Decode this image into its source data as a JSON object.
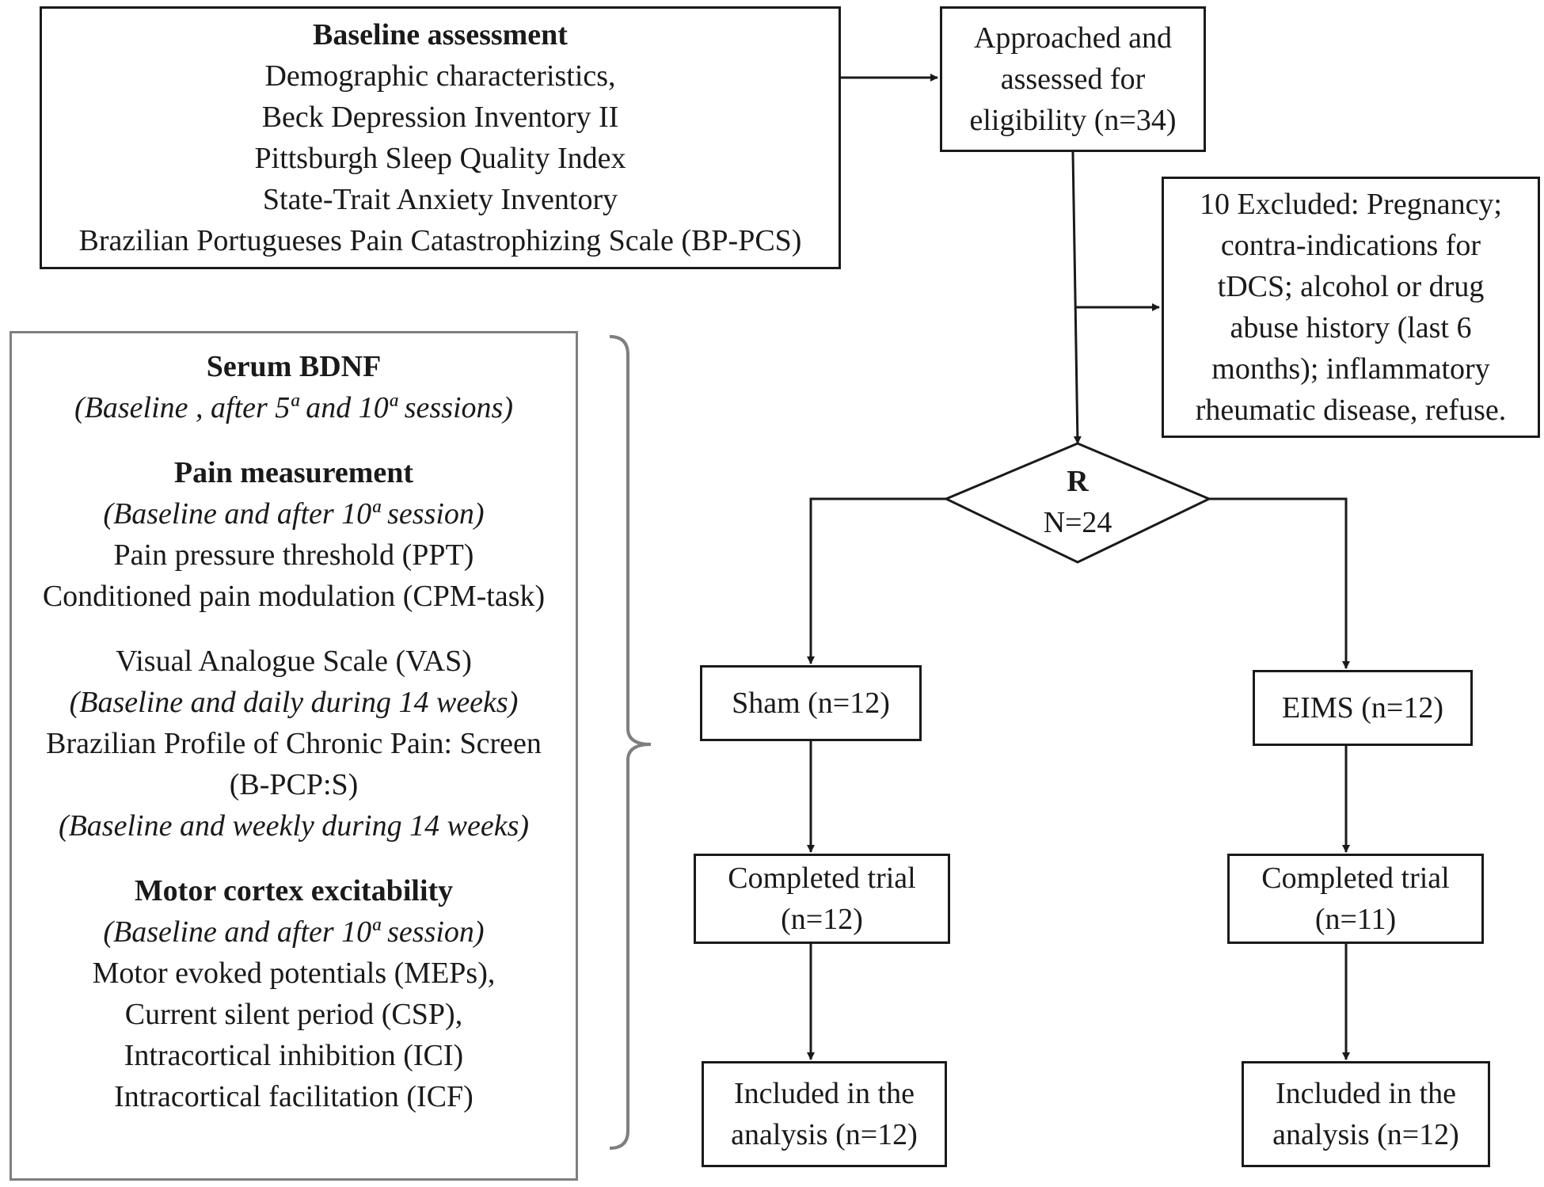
{
  "baseline": {
    "title": "Baseline  assessment",
    "lines": [
      "Demographic characteristics,",
      "Beck Depression Inventory II",
      "Pittsburgh Sleep Quality  Index",
      "State-Trait  Anxiety  Inventory",
      "Brazilian  Portugueses Pain Catastrophizing  Scale (BP-PCS)"
    ]
  },
  "eligibility": {
    "lines": [
      "Approached and",
      "assessed for",
      "eligibility  (n=34)"
    ]
  },
  "excluded": {
    "lines": [
      "10  Excluded: Pregnancy;",
      "contra-indications for",
      "tDCS; alcohol or drug",
      "abuse history (last 6",
      "months); inflammatory",
      "rheumatic  disease, refuse."
    ]
  },
  "randomization": {
    "label": "R",
    "n": "N=24"
  },
  "sham": {
    "group": "Sham (n=12)",
    "completed": [
      "Completed trial",
      "(n=12)"
    ],
    "included": [
      "Included in the",
      "analysis (n=12)"
    ]
  },
  "eims": {
    "group": "EIMS (n=12)",
    "completed": [
      "Completed trial",
      "(n=11)"
    ],
    "included": [
      "Included in the",
      "analysis (n=12)"
    ]
  },
  "measures": {
    "bdnf": {
      "title": "Serum BDNF",
      "timing": "(Baseline , after 5ª and 10ª sessions)"
    },
    "pain": {
      "title": "Pain measurement",
      "timing": "(Baseline and after 10ª session)",
      "items": [
        "Pain pressure threshold (PPT)",
        "Conditioned pain modulation (CPM-task)"
      ],
      "vas": "Visual Analogue  Scale (VAS)",
      "vas_timing": "(Baseline and daily during 14 weeks)",
      "bpcp": [
        "Brazilian  Profile of Chronic Pain:  Screen",
        "(B-PCP:S)"
      ],
      "bpcp_timing": "(Baseline and weekly during 14 weeks)"
    },
    "motor": {
      "title": "Motor cortex excitability",
      "timing": "(Baseline and after 10ª session)",
      "items": [
        "Motor evoked potentials (MEPs),",
        "Current  silent period (CSP),",
        "Intracortical inhibition  (ICI)",
        "Intracortical  facilitation  (ICF)"
      ]
    }
  }
}
